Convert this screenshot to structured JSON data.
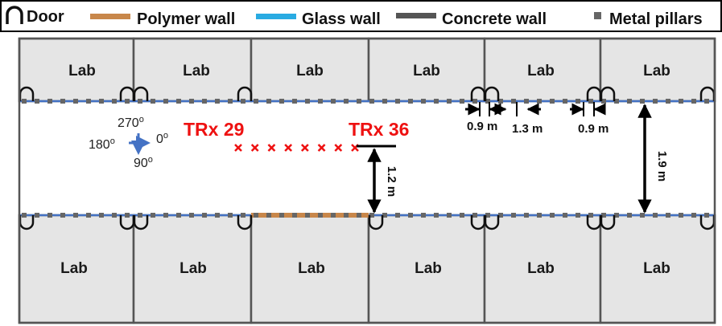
{
  "legend": {
    "door": "Door",
    "polymer": "Polymer wall",
    "glass": "Glass wall",
    "concrete": "Concrete wall",
    "pillars": "Metal pillars"
  },
  "colors": {
    "polymer": "#c8874a",
    "glass": "#29abe2",
    "glass_line": "#4472c4",
    "concrete": "#555555",
    "pillar": "#666666",
    "lab_fill": "#e5e5e5",
    "trx": "#ee1111"
  },
  "labs": {
    "top": [
      "Lab",
      "Lab",
      "Lab",
      "Lab",
      "Lab",
      "Lab"
    ],
    "bottom": [
      "Lab",
      "Lab",
      "Lab",
      "Lab",
      "Lab",
      "Lab"
    ]
  },
  "trx": {
    "start_label": "TRx 29",
    "end_label": "TRx 36",
    "marker_count": 8
  },
  "dimensions": {
    "d1": "0.9 m",
    "d2": "1.3 m",
    "d3": "0.9 m",
    "trx_to_wall": "1.2 m",
    "corridor_width": "1.9 m"
  },
  "compass": {
    "north": "270",
    "west": "180",
    "east": "0",
    "south": "90",
    "degree_symbol": "o"
  }
}
